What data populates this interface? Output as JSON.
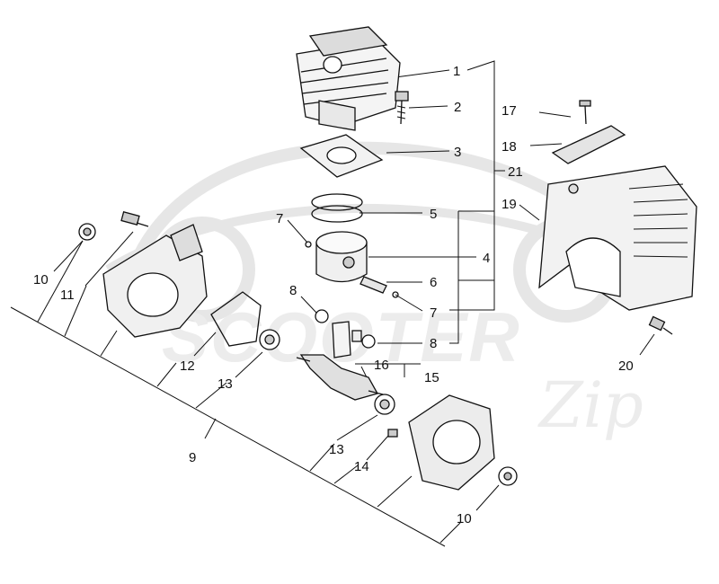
{
  "watermark": {
    "brand": "SCOOTER",
    "suffix": "Zip"
  },
  "callouts": {
    "c1": "1",
    "c2": "2",
    "c3": "3",
    "c4": "4",
    "c5": "5",
    "c6": "6",
    "c7a": "7",
    "c7b": "7",
    "c8a": "8",
    "c8b": "8",
    "c9": "9",
    "c10a": "10",
    "c10b": "10",
    "c11": "11",
    "c12": "12",
    "c13a": "13",
    "c13b": "13",
    "c14": "14",
    "c15": "15",
    "c16": "16",
    "c17": "17",
    "c18": "18",
    "c19": "19",
    "c20": "20",
    "c21": "21"
  },
  "parts": {
    "cylinder": "cylinder-icon",
    "bolt": "bolt-icon",
    "gasket": "gasket-icon",
    "piston": "piston-icon",
    "rings": "piston-ring-icon",
    "crankcase": "crankcase-icon",
    "crankshaft": "crankshaft-icon",
    "cover": "engine-cover-icon"
  }
}
